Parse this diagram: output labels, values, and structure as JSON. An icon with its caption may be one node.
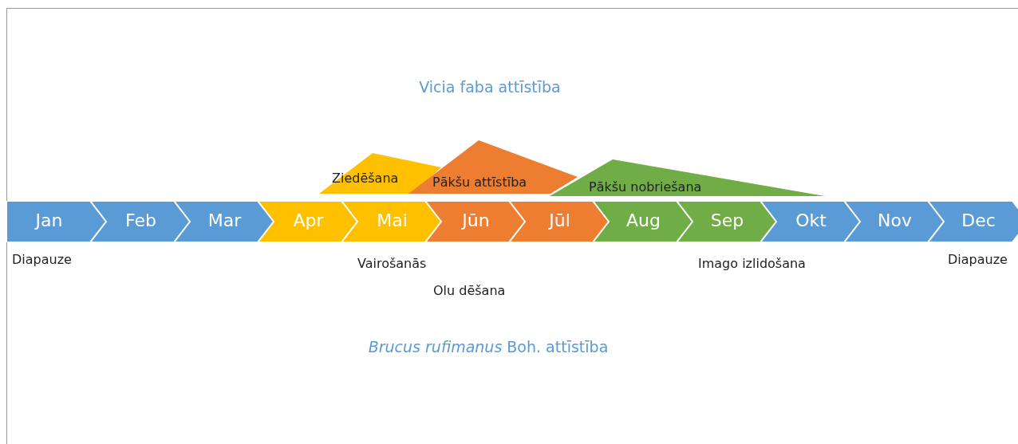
{
  "diagram": {
    "nodes": [
      {
        "text": [
          "Ziedēšana"
        ]
      },
      {
        "text": [
          "Pākšu attīstība"
        ]
      },
      {
        "text": [
          "Pākšu nobriešana"
        ]
      },
      {
        "text": [
          "Jan"
        ]
      },
      {
        "text": [
          "Feb"
        ]
      },
      {
        "text": [
          "Mar"
        ]
      },
      {
        "text": [
          "Apr"
        ]
      },
      {
        "text": [
          "Mai"
        ]
      },
      {
        "text": [
          "Jūn"
        ]
      },
      {
        "text": [
          "Jūl"
        ]
      },
      {
        "text": [
          "Aug"
        ]
      },
      {
        "text": [
          "Sep"
        ]
      },
      {
        "text": [
          "Okt"
        ]
      },
      {
        "text": [
          "Nov"
        ]
      },
      {
        "text": [
          "Dec"
        ]
      }
    ],
    "edges": [],
    "labels": [
      "Vicia faba attīstība",
      "Diapauze",
      "Vairošanās",
      "Imago izlidošana",
      "Diapauze",
      "Olu dēšana",
      "*Brucus rufimanus* Boh. attīstība"
    ]
  }
}
